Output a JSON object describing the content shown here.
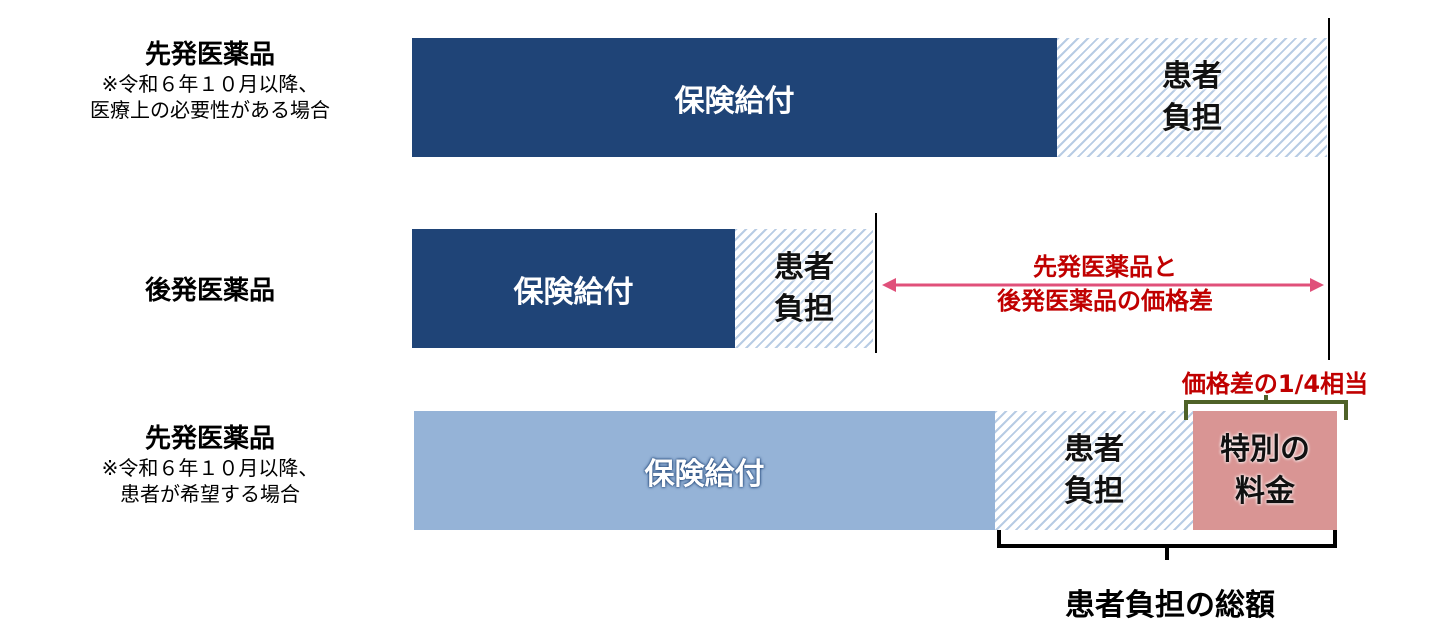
{
  "rows": [
    {
      "title": "先発医薬品",
      "note1": "※令和６年１０月以降、",
      "note2": "医療上の必要性がある場合",
      "insurance": "保険給付",
      "patient1": "患者",
      "patient2": "負担"
    },
    {
      "title": "後発医薬品",
      "insurance": "保険給付",
      "patient1": "患者",
      "patient2": "負担"
    },
    {
      "title": "先発医薬品",
      "note1": "※令和６年１０月以降、",
      "note2": "患者が希望する場合",
      "insurance": "保険給付",
      "patient1": "患者",
      "patient2": "負担",
      "special1": "特別の",
      "special2": "料金"
    }
  ],
  "price_diff": {
    "line1": "先発医薬品と",
    "line2": "後発医薬品の価格差"
  },
  "quarter_label": "価格差の1/4相当",
  "total_label": "患者負担の総額",
  "colors": {
    "navy": "#1f4477",
    "light_blue": "#95b3d7",
    "pink": "#d99594",
    "red": "#c00000",
    "green": "#4f6228",
    "arrow": "#e0507a"
  }
}
